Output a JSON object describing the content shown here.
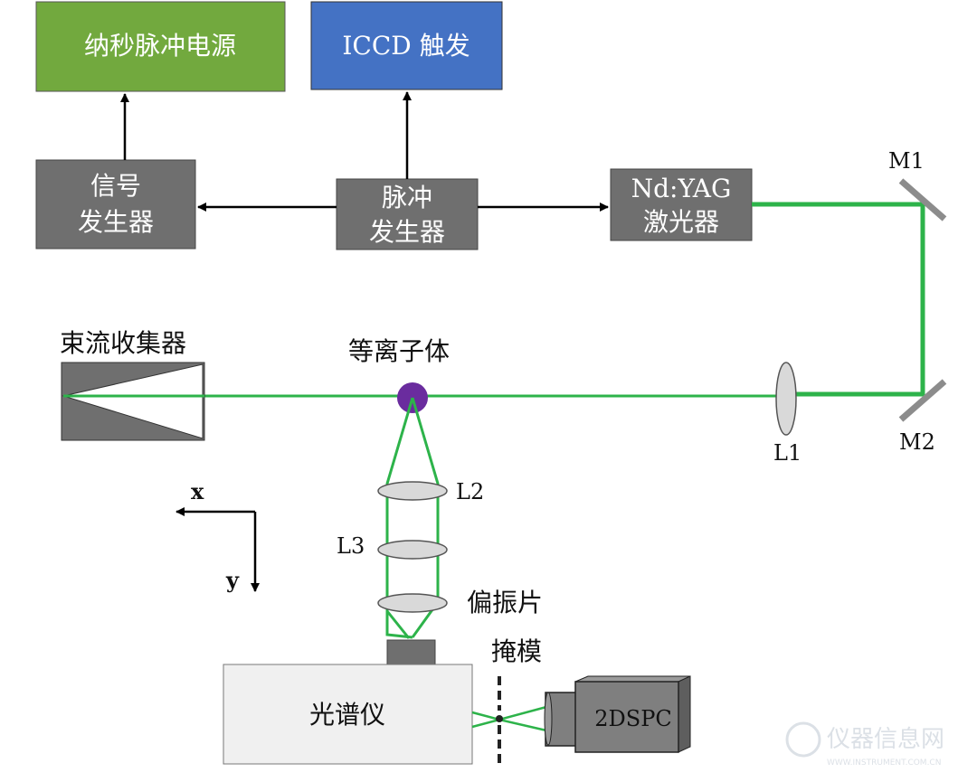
{
  "colors": {
    "green_box": "#72a93e",
    "blue_box": "#4472c4",
    "gray_box": "#6f6f6f",
    "laser_green": "#2db34a",
    "plasma_purple": "#6a2c9e",
    "lens_fill": "#d9d9d9",
    "spectrometer_fill": "#f0f0f0",
    "camera_fill": "#7f7f7f"
  },
  "boxes": {
    "power_supply": "纳秒脉冲电源",
    "iccd_trigger": "ICCD 触发",
    "signal_gen_line1": "信号",
    "signal_gen_line2": "发生器",
    "pulse_gen_line1": "脉冲",
    "pulse_gen_line2": "发生器",
    "laser_line1": "Nd:YAG",
    "laser_line2": "激光器",
    "spectrometer": "光谱仪",
    "camera": "2DSPC"
  },
  "labels": {
    "beam_dump": "束流收集器",
    "plasma": "等离子体",
    "mirror1": "M1",
    "mirror2": "M2",
    "lens1": "L1",
    "lens2": "L2",
    "lens3": "L3",
    "polarizer": "偏振片",
    "mask": "掩模",
    "axis_x": "x",
    "axis_y": "y"
  },
  "watermark": {
    "text": "仪器信息网",
    "subtext": "WWW.INSTRUMENT.COM.CN"
  }
}
